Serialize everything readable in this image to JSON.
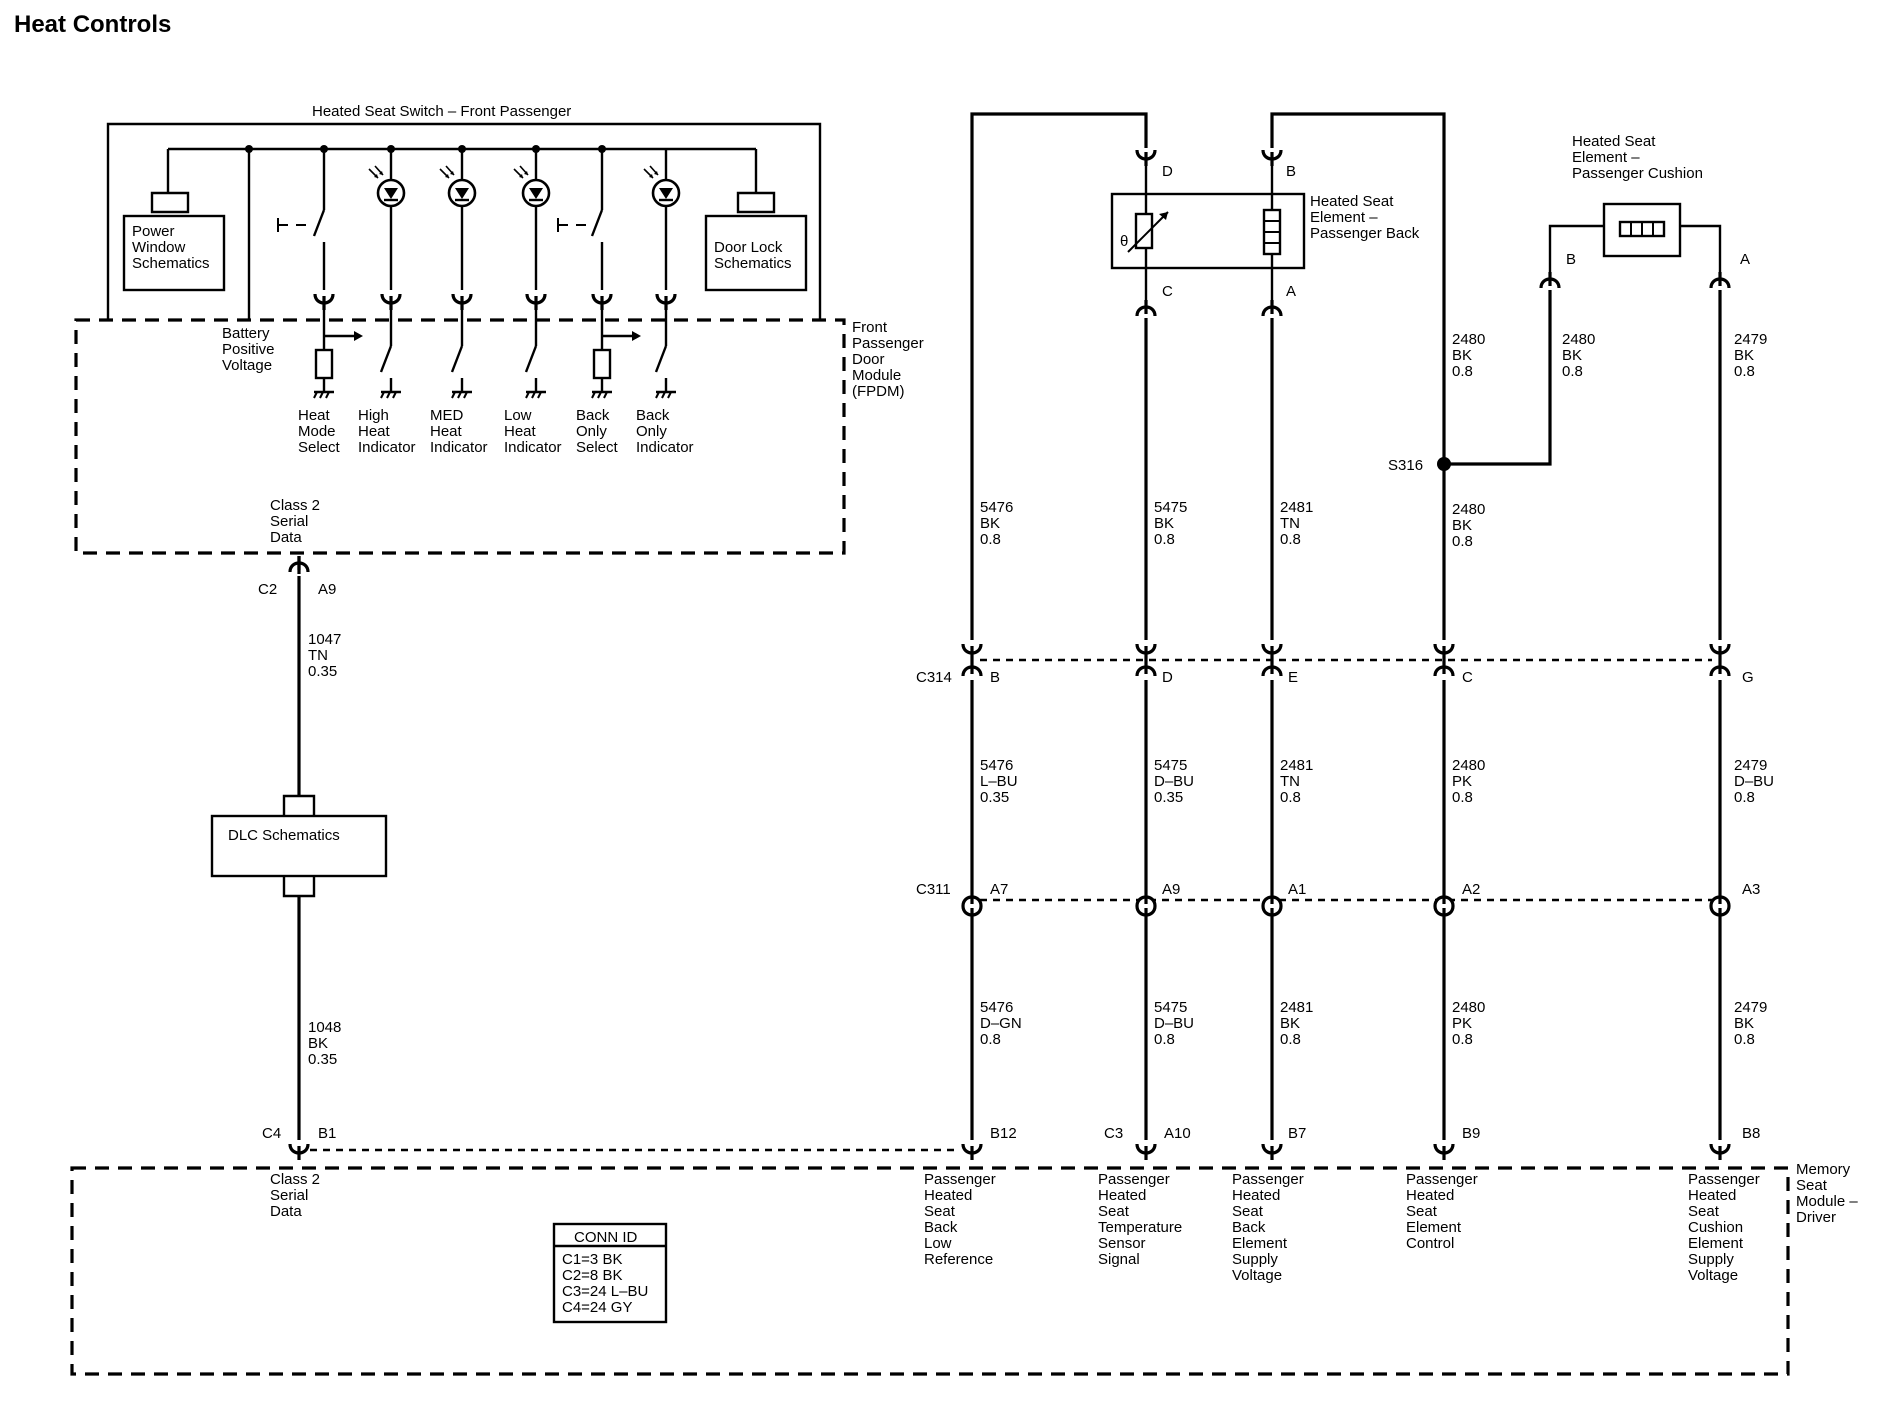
{
  "title": "Heat Controls",
  "switch_title": "Heated Seat Switch – Front Passenger",
  "ref_boxes": {
    "power_window": [
      "Power",
      "Window",
      "Schematics"
    ],
    "door_lock": [
      "Door Lock",
      "Schematics"
    ],
    "dlc": [
      "DLC Schematics"
    ]
  },
  "battery_label": [
    "Battery",
    "Positive",
    "Voltage"
  ],
  "fpdm_label": [
    "Front",
    "Passenger",
    "Door",
    "Module",
    "(FPDM)"
  ],
  "switch_labels": [
    [
      "Heat",
      "Mode",
      "Select"
    ],
    [
      "High",
      "Heat",
      "Indicator"
    ],
    [
      "MED",
      "Heat",
      "Indicator"
    ],
    [
      "Low",
      "Heat",
      "Indicator"
    ],
    [
      "Back",
      "Only",
      "Select"
    ],
    [
      "Back",
      "Only",
      "Indicator"
    ]
  ],
  "class2_fpdm": [
    "Class 2",
    "Serial",
    "Data"
  ],
  "class2_msm": [
    "Class 2",
    "Serial",
    "Data"
  ],
  "fpdm_conn": {
    "conn": "C2",
    "pin": "A9"
  },
  "wire_1047": [
    "1047",
    "TN",
    "0.35"
  ],
  "wire_1048": [
    "1048",
    "BK",
    "0.35"
  ],
  "msm_conn_left": {
    "conn": "C4",
    "pin": "B1"
  },
  "back_element": {
    "label": [
      "Heated Seat",
      "Element –",
      "Passenger Back"
    ],
    "pins": {
      "top_left": "D",
      "top_right": "B",
      "bottom_left": "C",
      "bottom_right": "A"
    }
  },
  "cushion_element": {
    "label": [
      "Heated Seat",
      "Element –",
      "Passenger Cushion"
    ],
    "pins": {
      "left": "B",
      "right": "A"
    }
  },
  "splice": "S316",
  "upper_wires": {
    "c1": [
      "5476",
      "BK",
      "0.8"
    ],
    "c2": [
      "5475",
      "BK",
      "0.8"
    ],
    "c3": [
      "2481",
      "TN",
      "0.8"
    ],
    "c4_top": [
      "2480",
      "BK",
      "0.8"
    ],
    "c4_bottom": [
      "2480",
      "BK",
      "0.8"
    ],
    "c45": [
      "2480",
      "BK",
      "0.8"
    ],
    "c5": [
      "2479",
      "BK",
      "0.8"
    ]
  },
  "c314": {
    "name": "C314",
    "pins": [
      "B",
      "D",
      "E",
      "C",
      "G"
    ]
  },
  "mid_wires": [
    [
      "5476",
      "L–BU",
      "0.35"
    ],
    [
      "5475",
      "D–BU",
      "0.35"
    ],
    [
      "2481",
      "TN",
      "0.8"
    ],
    [
      "2480",
      "PK",
      "0.8"
    ],
    [
      "2479",
      "D–BU",
      "0.8"
    ]
  ],
  "c311": {
    "name": "C311",
    "pins": [
      "A7",
      "A9",
      "A1",
      "A2",
      "A3"
    ]
  },
  "low_wires": [
    [
      "5476",
      "D–GN",
      "0.8"
    ],
    [
      "5475",
      "D–BU",
      "0.8"
    ],
    [
      "2481",
      "BK",
      "0.8"
    ],
    [
      "2480",
      "PK",
      "0.8"
    ],
    [
      "2479",
      "BK",
      "0.8"
    ]
  ],
  "msm_pins": [
    "B12",
    "A10",
    "B7",
    "B9",
    "B8"
  ],
  "msm_c3": "C3",
  "msm_label": [
    "Memory",
    "Seat",
    "Module –",
    "Driver"
  ],
  "msm_signals": [
    [
      "Passenger",
      "Heated",
      "Seat",
      "Back",
      "Low",
      "Reference"
    ],
    [
      "Passenger",
      "Heated",
      "Seat",
      "Temperature",
      "Sensor",
      "Signal"
    ],
    [
      "Passenger",
      "Heated",
      "Seat",
      "Back",
      "Element",
      "Supply",
      "Voltage"
    ],
    [
      "Passenger",
      "Heated",
      "Seat",
      "Element",
      "Control"
    ],
    [
      "Passenger",
      "Heated",
      "Seat",
      "Cushion",
      "Element",
      "Supply",
      "Voltage"
    ]
  ],
  "conn_id": {
    "header": "CONN ID",
    "rows": [
      "C1=3 BK",
      "C2=8 BK",
      "C3=24 L–BU",
      "C4=24 GY"
    ]
  }
}
